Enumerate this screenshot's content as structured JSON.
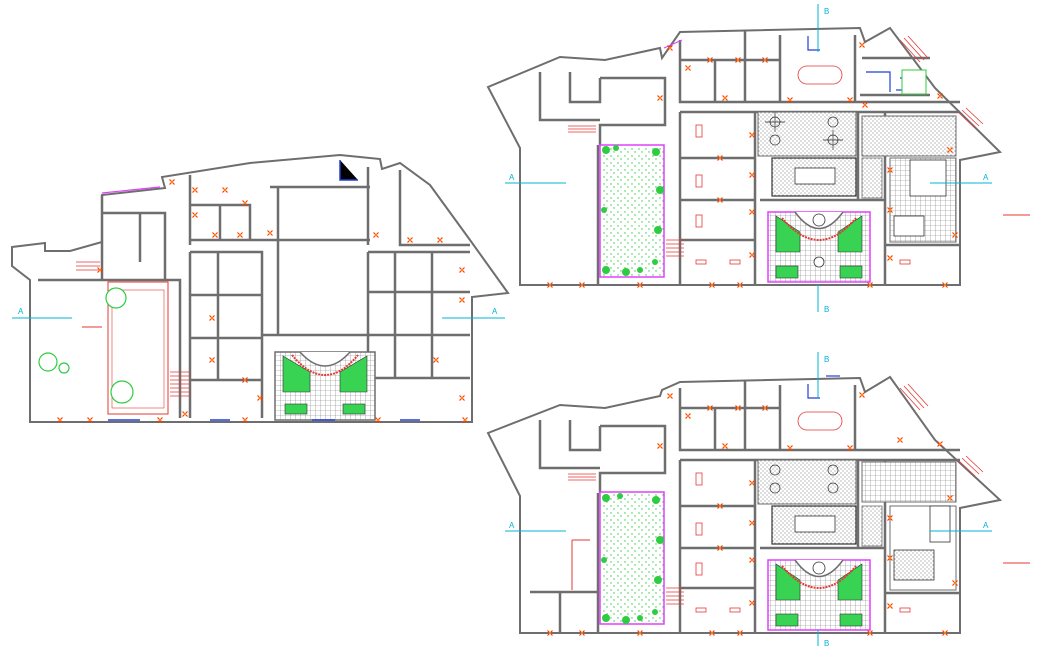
{
  "colors": {
    "background": "#ffffff",
    "wall": "#6e6e6e",
    "wall_fill": "#ffffff",
    "marker": "#ff3b00",
    "marker_center": "#ffd400",
    "section_line": "#00b4d8",
    "garden_border": "#e040fb",
    "tree": "#2ecc40",
    "lawn": "#39d353",
    "hatch": "#8c8c8c",
    "stair": "#e53935",
    "door": "#1e3fd8"
  },
  "icons": {
    "section_marker": "section-arrow-icon",
    "tree": "tree-icon",
    "door_swing": "door-icon",
    "window": "window-marker-icon"
  },
  "plans": [
    {
      "id": "ground-floor-plan",
      "section_labels": [
        "A",
        "A"
      ]
    },
    {
      "id": "first-floor-plan",
      "section_labels": [
        "A",
        "A",
        "B",
        "B"
      ]
    },
    {
      "id": "second-floor-plan",
      "section_labels": [
        "A",
        "A",
        "B",
        "B"
      ]
    }
  ]
}
